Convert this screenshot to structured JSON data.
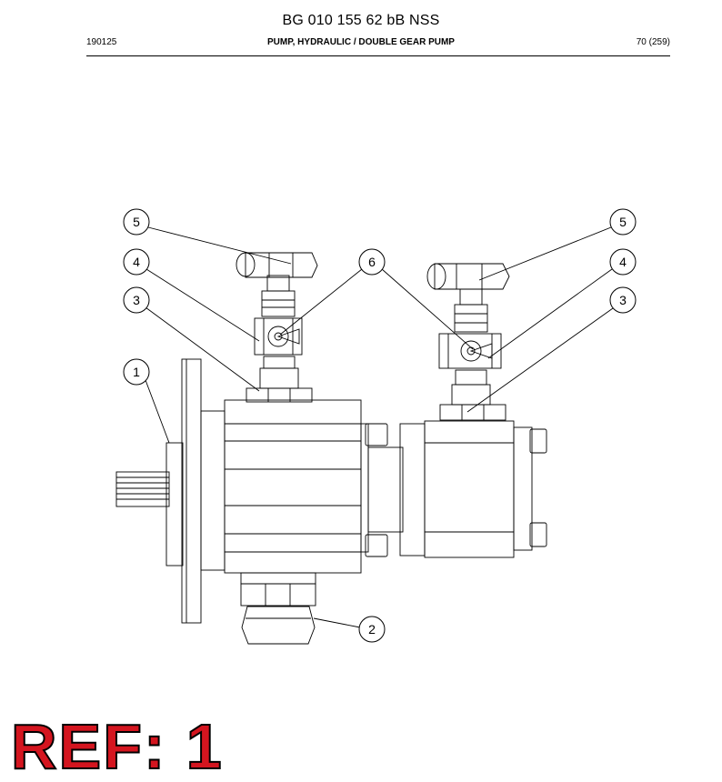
{
  "header": {
    "document_title": "BG 010 155 62 bB NSS",
    "doc_number": "190125",
    "section_title": "PUMP, HYDRAULIC / DOUBLE GEAR PUMP",
    "page": "70 (259)"
  },
  "callouts": [
    "5",
    "4",
    "3",
    "1",
    "6",
    "5",
    "4",
    "3",
    "2"
  ],
  "reference": {
    "label": "REF: 1",
    "color": "#d4151f"
  }
}
